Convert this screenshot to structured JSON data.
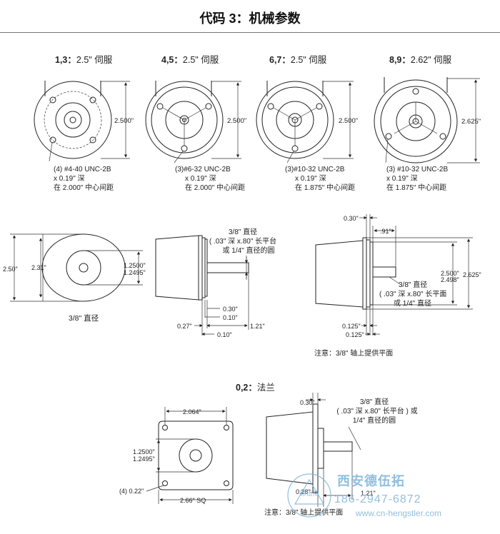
{
  "title": "代码 3：机械参数",
  "servo_views": [
    {
      "label": "1,3",
      "size": "2.5\" 伺服",
      "dim": "2.500\"",
      "note": [
        "(4) #4-40 UNC-2B",
        "x 0.19\" 深",
        "在 2.000\" 中心间距"
      ]
    },
    {
      "label": "4,5",
      "size": "2.5\" 伺服",
      "dim": "2.500\"",
      "note": [
        "(3)#6-32 UNC-2B",
        "x 0.19\" 深",
        "在 2.000\" 中心间距"
      ]
    },
    {
      "label": "6,7",
      "size": "2.5\" 伺服",
      "dim": "2.500\"",
      "note": [
        "(3)#10-32 UNC-2B",
        "x 0.19\" 深",
        "在 1.875\" 中心间距"
      ]
    },
    {
      "label": "8,9",
      "size": "2.62\" 伺服",
      "dim": "2.625\"",
      "note": [
        "(3) #10-32 UNC-2B",
        "x 0.19\" 深",
        "在 1.875\" 中心间距"
      ]
    }
  ],
  "front_view": {
    "dim_outer": "2.50\"",
    "dim_inner": "2.31\"",
    "dim_boss_1": "1.2500\"",
    "dim_boss_2": "1.2495\"",
    "shaft_caption": "3/8\" 直径"
  },
  "side_view_1": {
    "callout": [
      "3/8\" 直径",
      "( .03\" 深 x.80\" 长平台",
      "或 1/4\" 直径的圆"
    ],
    "d_030": "0.30\"",
    "d_010a": "0.10\"",
    "d_027": "0.27\"",
    "d_010b": "0.10\"",
    "d_121": "1.21\""
  },
  "side_view_2": {
    "d_030": "0.30\"",
    "d_091": ".91\"",
    "callout": [
      "3/8\" 直径",
      "( .03\" 深 x.80\" 长平面",
      "或 1/4\" 直径"
    ],
    "d_2500": "2.500\"",
    "d_2498": "2.498\"",
    "d_2625": "2.625\"",
    "d_0125a": "0.125\"",
    "d_0125b": "0.125\"",
    "note": "注意：3/8\" 轴上提供平面"
  },
  "flange": {
    "label": "0,2",
    "name": "法兰",
    "d_2064": "2.064\"",
    "d_boss_1": "1.2500\"",
    "d_boss_2": "1.2495\"",
    "d_holes": "(4) 0.22\"",
    "d_square": "2.66\" SQ",
    "d_030": "0.30\"",
    "callout": [
      "3/8\" 直径",
      "( .03\" 深 x.80\" 长平台 ) 或",
      "1/4\" 直径的圆"
    ],
    "d_028": "0.28\"",
    "d_121": "1.21\"",
    "note": "注意：3/8\" 轴上提供平面"
  },
  "watermark": {
    "company": "西安德伍拓",
    "phone": "186-2947-6872",
    "url": "www.cn-hengstler.com",
    "logo_text": "德伍拓"
  }
}
